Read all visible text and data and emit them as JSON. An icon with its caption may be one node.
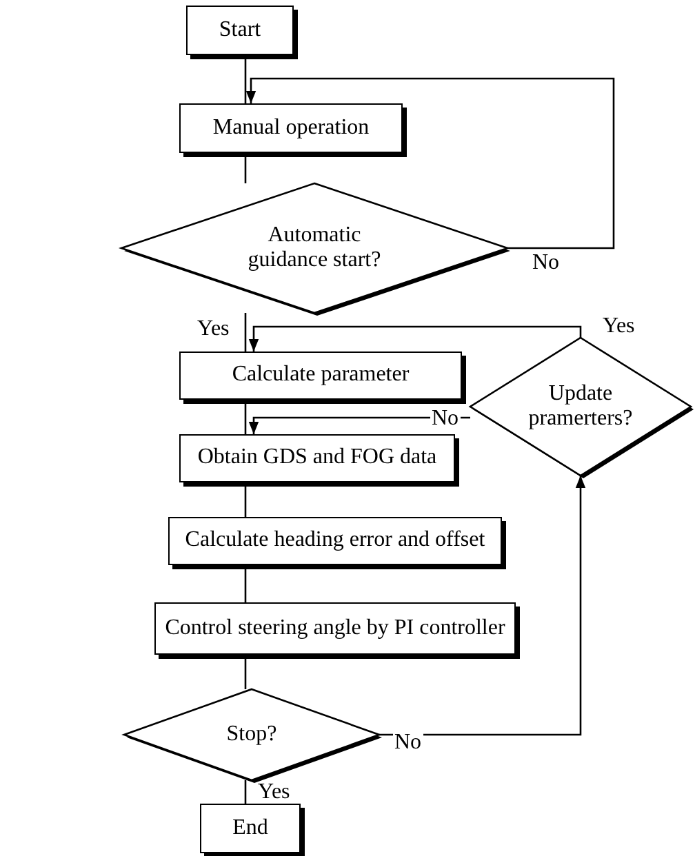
{
  "diagram": {
    "nodes": [
      {
        "text": [
          "Start"
        ]
      },
      {
        "text": [
          "Manual operation"
        ]
      },
      {
        "text": [
          "Automatic guidance start?"
        ]
      },
      {
        "text": [
          "Calculate parameter"
        ]
      },
      {
        "text": [
          "Update pramerters?"
        ]
      },
      {
        "text": [
          "Obtain GDS and FOG data"
        ]
      },
      {
        "text": [
          "Calculate heading error and offset"
        ]
      },
      {
        "text": [
          "Control steering angle by PI controller"
        ]
      },
      {
        "text": [
          "Stop?"
        ]
      },
      {
        "text": [
          "End"
        ]
      }
    ],
    "edges": [
      {
        "from": 0,
        "to": 1,
        "arrow": "none"
      },
      {
        "from": 1,
        "to": 2,
        "arrow": "none"
      },
      {
        "from": 2,
        "to": 1,
        "arrow": "to",
        "label": "No"
      },
      {
        "from": 2,
        "to": 3,
        "arrow": "none",
        "label": "Yes"
      },
      {
        "from": 3,
        "to": 5,
        "arrow": "none"
      },
      {
        "from": 5,
        "to": 6,
        "arrow": "none"
      },
      {
        "from": 6,
        "to": 7,
        "arrow": "none"
      },
      {
        "from": 7,
        "to": 8,
        "arrow": "none"
      },
      {
        "from": 8,
        "to": 4,
        "arrow": "to",
        "label": "No"
      },
      {
        "from": 4,
        "to": 3,
        "arrow": "to",
        "label": "Yes"
      },
      {
        "from": 4,
        "to": 5,
        "arrow": "to",
        "label": "No"
      },
      {
        "from": 8,
        "to": 9,
        "arrow": "none",
        "label": "Yes"
      }
    ]
  }
}
